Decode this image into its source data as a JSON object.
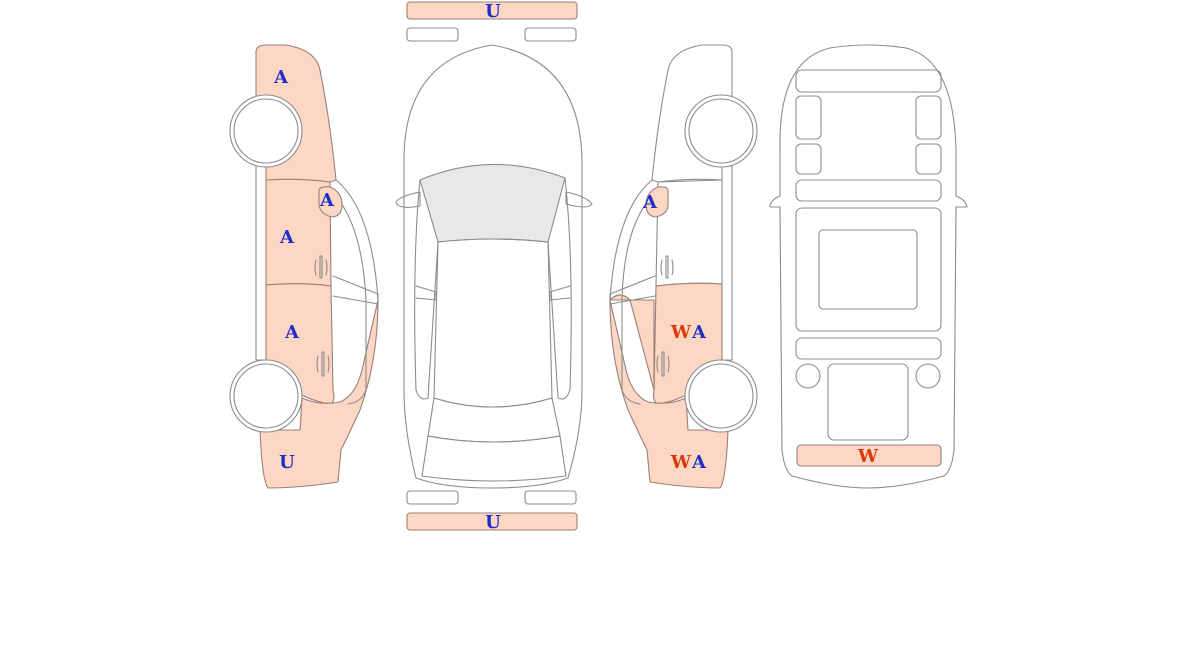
{
  "colors": {
    "damage_fill": "#fdd6c4",
    "outline": "#8c8c8c",
    "glass": "#e8e8e8",
    "code_blue": "#1f2fc6",
    "code_red": "#d93a0a"
  },
  "views": {
    "left_side": {
      "labels": {
        "front_fender": "A",
        "front_door": "A",
        "rear_door": "A",
        "rear_quarter": "U",
        "mirror": "A"
      }
    },
    "top": {
      "labels": {
        "front_bumper": "U",
        "rear_bumper": "U"
      }
    },
    "right_side": {
      "labels": {
        "mirror": "A",
        "rear_door_w": "W",
        "rear_door_a": "A",
        "rear_quarter_w": "W",
        "rear_quarter_a": "A"
      }
    },
    "underbody": {
      "labels": {
        "rear_section": "W"
      }
    }
  }
}
